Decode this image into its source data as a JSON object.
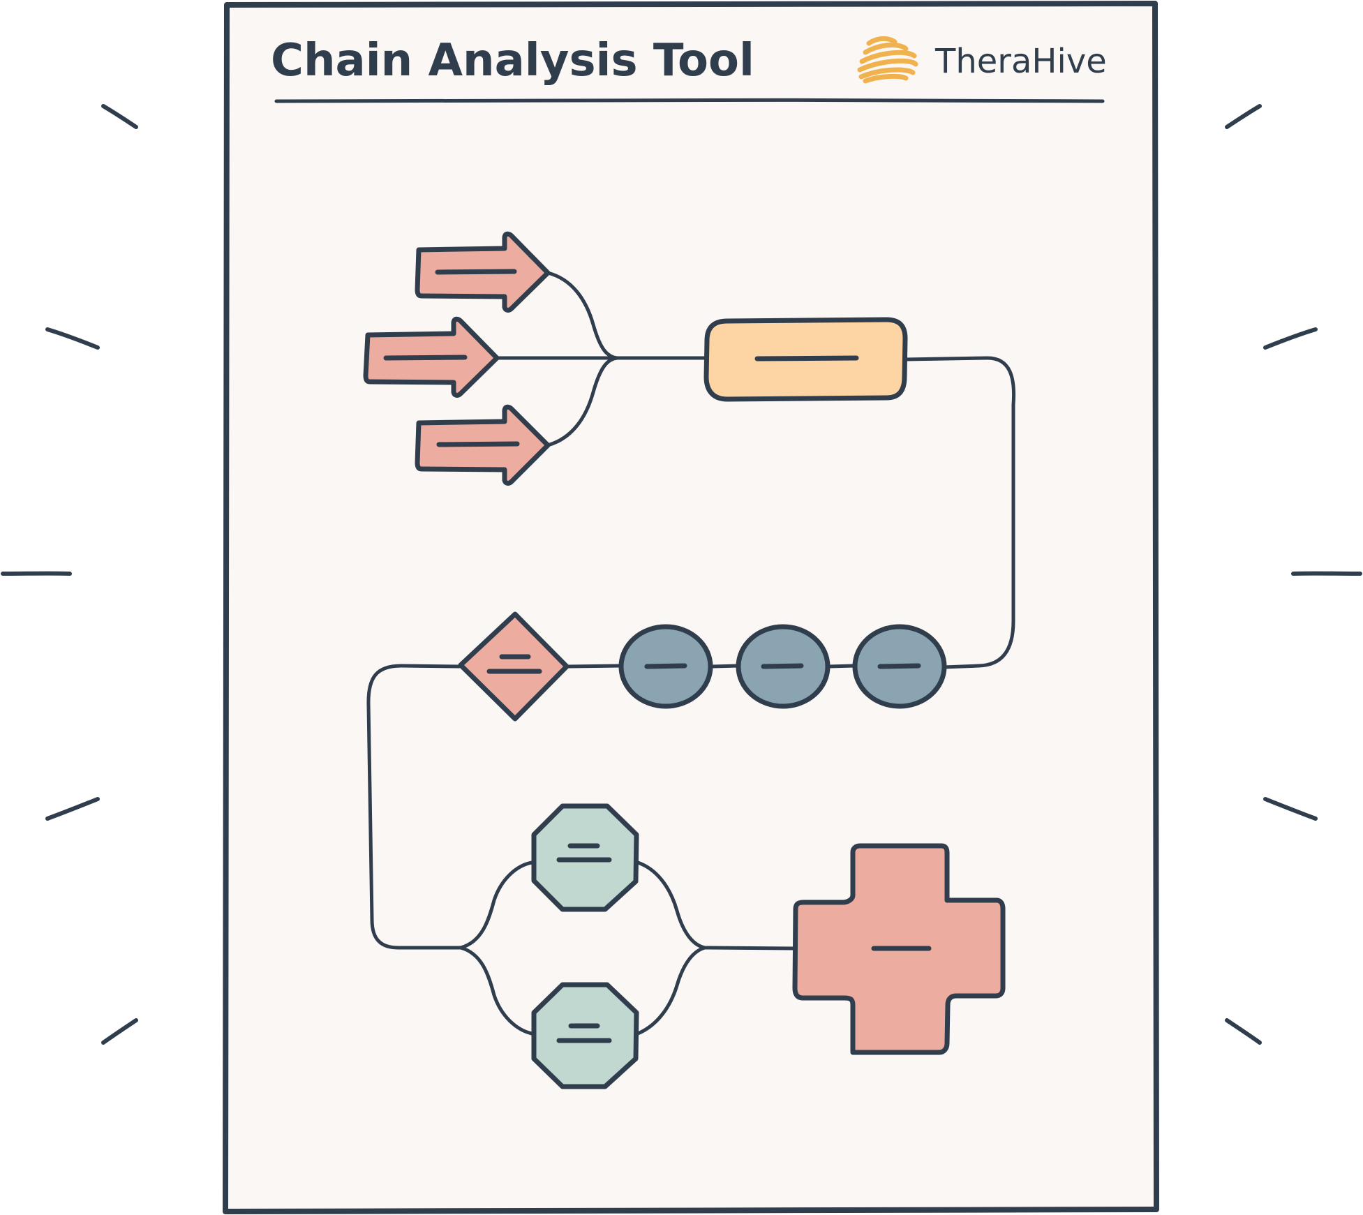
{
  "header": {
    "title": "Chain Analysis Tool",
    "brand_name": "TheraHive",
    "brand_icon": "feather-stripes-logo"
  },
  "colors": {
    "ink": "#2f3d4c",
    "paper": "#fbf7f5",
    "salmon": "#ecada0",
    "peach": "#fdd4a3",
    "slate": "#8ba4b2",
    "mint": "#c1d8d1",
    "brand_gold": "#f0b24f"
  },
  "diagram": {
    "nodes": [
      {
        "id": "arrow-top",
        "shape": "arrow",
        "color": "salmon",
        "label": ""
      },
      {
        "id": "arrow-middle",
        "shape": "arrow",
        "color": "salmon",
        "label": ""
      },
      {
        "id": "arrow-bottom",
        "shape": "arrow",
        "color": "salmon",
        "label": ""
      },
      {
        "id": "process-box",
        "shape": "rounded-rectangle",
        "color": "peach",
        "label": ""
      },
      {
        "id": "circle-right",
        "shape": "circle",
        "color": "slate",
        "label": ""
      },
      {
        "id": "circle-middle",
        "shape": "circle",
        "color": "slate",
        "label": ""
      },
      {
        "id": "circle-left",
        "shape": "circle",
        "color": "slate",
        "label": ""
      },
      {
        "id": "decision-diamond",
        "shape": "diamond",
        "color": "salmon",
        "label": ""
      },
      {
        "id": "octagon-top",
        "shape": "octagon",
        "color": "mint",
        "label": ""
      },
      {
        "id": "octagon-bottom",
        "shape": "octagon",
        "color": "mint",
        "label": ""
      },
      {
        "id": "cross-end",
        "shape": "cross",
        "color": "salmon",
        "label": ""
      }
    ],
    "edges": [
      {
        "from": "arrow-top",
        "to": "process-box"
      },
      {
        "from": "arrow-middle",
        "to": "process-box"
      },
      {
        "from": "arrow-bottom",
        "to": "process-box"
      },
      {
        "from": "process-box",
        "to": "circle-right"
      },
      {
        "from": "circle-right",
        "to": "circle-middle"
      },
      {
        "from": "circle-middle",
        "to": "circle-left"
      },
      {
        "from": "circle-left",
        "to": "decision-diamond"
      },
      {
        "from": "decision-diamond",
        "to": "octagon-top"
      },
      {
        "from": "decision-diamond",
        "to": "octagon-bottom"
      },
      {
        "from": "octagon-top",
        "to": "cross-end"
      },
      {
        "from": "octagon-bottom",
        "to": "cross-end"
      }
    ]
  }
}
